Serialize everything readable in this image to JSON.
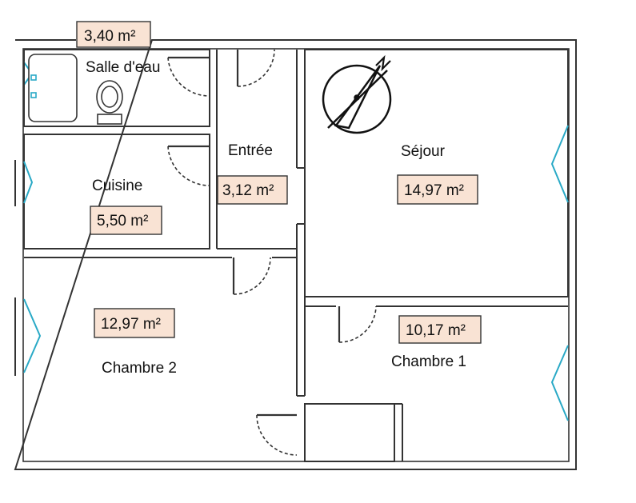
{
  "plan": {
    "colors": {
      "wall": "#333333",
      "background": "#ffffff",
      "area_tag_fill": "#f9e3d4",
      "area_tag_border": "#333333",
      "window": "#29a9c6",
      "text": "#111111"
    },
    "compass_icon": "north-compass",
    "rooms": [
      {
        "id": "salle-deau",
        "name": "Salle d'eau",
        "area": "3,40 m²"
      },
      {
        "id": "entree",
        "name": "Entrée",
        "area": "3,12 m²"
      },
      {
        "id": "sejour",
        "name": "Séjour",
        "area": "14,97 m²"
      },
      {
        "id": "cuisine",
        "name": "Cuisine",
        "area": "5,50 m²"
      },
      {
        "id": "chambre-2",
        "name": "Chambre 2",
        "area": "12,97 m²"
      },
      {
        "id": "chambre-1",
        "name": "Chambre 1",
        "area": "10,17 m²"
      }
    ]
  }
}
